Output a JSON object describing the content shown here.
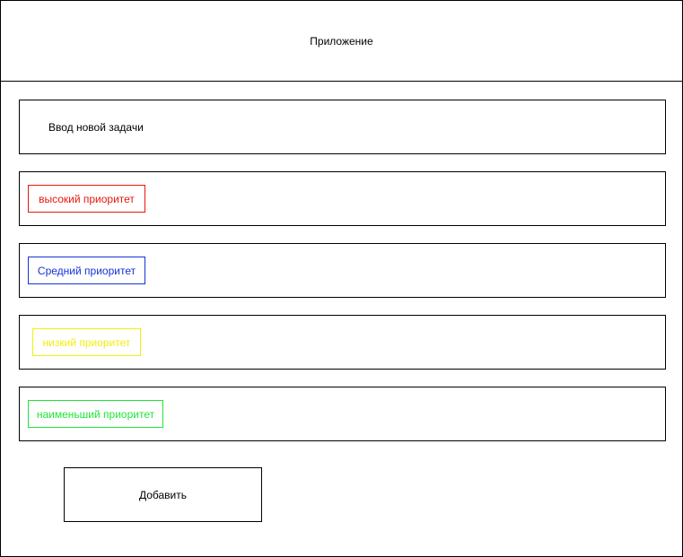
{
  "header": {
    "title": "Приложение"
  },
  "task_input": {
    "label": "Ввод новой задачи"
  },
  "priorities": {
    "high": {
      "label": "высокий приоритет",
      "color": "#e8170b"
    },
    "medium": {
      "label": "Средний приоритет",
      "color": "#1434d6"
    },
    "low": {
      "label": "низкий приоритет",
      "color": "#f2ef0c"
    },
    "least": {
      "label": "наименьший приоритет",
      "color": "#1ee638"
    }
  },
  "actions": {
    "add_label": "Добавить"
  }
}
